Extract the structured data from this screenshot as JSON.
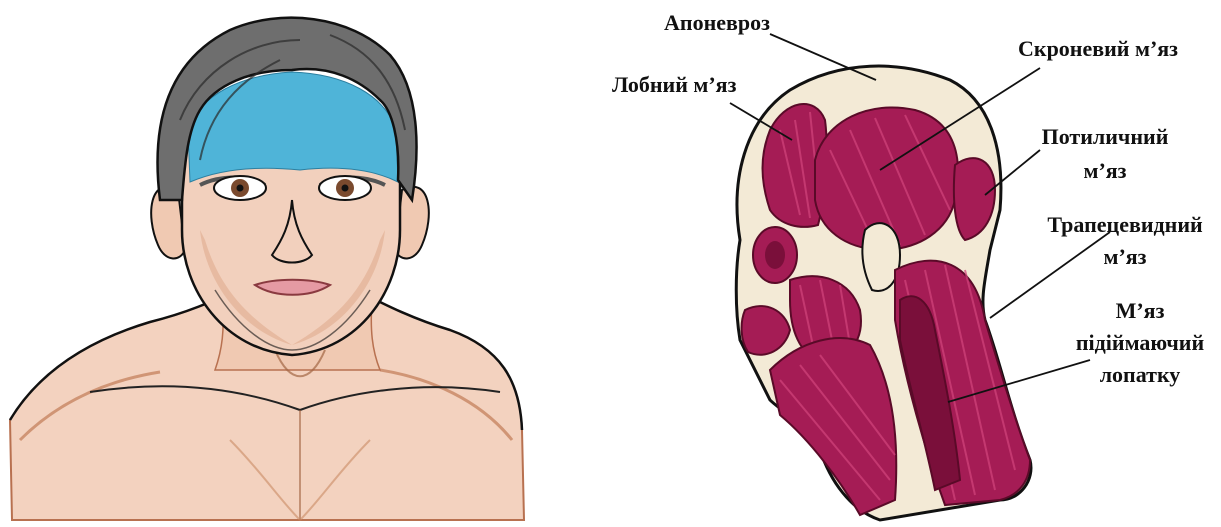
{
  "labels": {
    "aponeurosis": "Апоневроз",
    "frontal": "Лобний м’яз",
    "temporal": "Скроневий м’яз",
    "occipital_line1": "Потиличний",
    "occipital_line2": "м’яз",
    "trapezius_line1": "Трапецевидний",
    "trapezius_line2": "м’яз",
    "levator_line1": "М’яз",
    "levator_line2": "підіймаючий",
    "levator_line3": "лопатку"
  },
  "colors": {
    "muscle_dark": "#7a0f3a",
    "muscle_mid": "#a51c55",
    "muscle_light": "#d2447c",
    "skin": "#f1cdb8",
    "skin_shadow": "#c98a64",
    "hair": "#6e6e6e",
    "hair_dark": "#2a2a2a",
    "forehead_blue": "#4fb4d8",
    "outline": "#111111",
    "scalp_cream": "#f3ead6",
    "line": "#111111"
  }
}
